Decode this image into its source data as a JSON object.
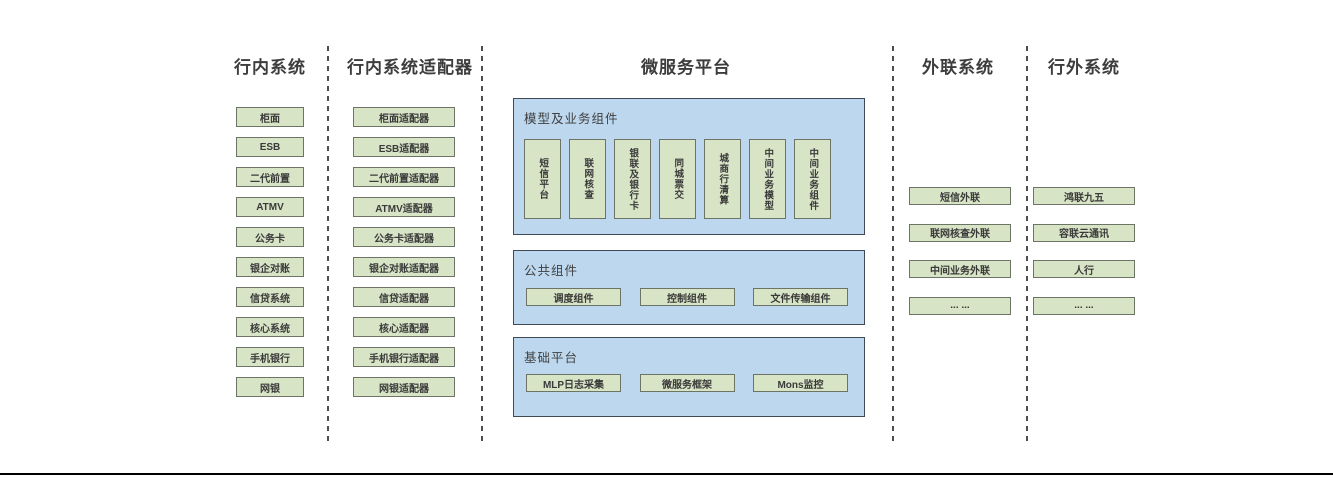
{
  "colors": {
    "green_box_fill": "#d8e4c6",
    "green_box_border": "#6e7465",
    "blue_section_fill": "#bdd7ee",
    "blue_section_border": "#3f4a56",
    "text": "#3a3a3a",
    "bottom_rule": "#000000"
  },
  "columns": {
    "internal": {
      "title": "行内系统",
      "items": [
        "柜面",
        "ESB",
        "二代前置",
        "ATMV",
        "公务卡",
        "银企对账",
        "信贷系统",
        "核心系统",
        "手机银行",
        "网银"
      ]
    },
    "adapters": {
      "title": "行内系统适配器",
      "items": [
        "柜面适配器",
        "ESB适配器",
        "二代前置适配器",
        "ATMV适配器",
        "公务卡适配器",
        "银企对账适配器",
        "信贷适配器",
        "核心适配器",
        "手机银行适配器",
        "网银适配器"
      ]
    },
    "platform": {
      "title": "微服务平台",
      "sections": [
        {
          "label": "模型及业务组件",
          "items": [
            "短信平台",
            "联网核查",
            "银联及银行卡",
            "同城票交",
            "城商行清算",
            "中间业务模型",
            "中间业务组件"
          ]
        },
        {
          "label": "公共组件",
          "items": [
            "调度组件",
            "控制组件",
            "文件传输组件"
          ]
        },
        {
          "label": "基础平台",
          "items": [
            "MLP日志采集",
            "微服务框架",
            "Mons监控"
          ]
        }
      ]
    },
    "outreach": {
      "title": "外联系统",
      "items": [
        "短信外联",
        "联网核查外联",
        "中间业务外联",
        "... ..."
      ]
    },
    "external": {
      "title": "行外系统",
      "items": [
        "鸿联九五",
        "容联云通讯",
        "人行",
        "... ..."
      ]
    }
  }
}
